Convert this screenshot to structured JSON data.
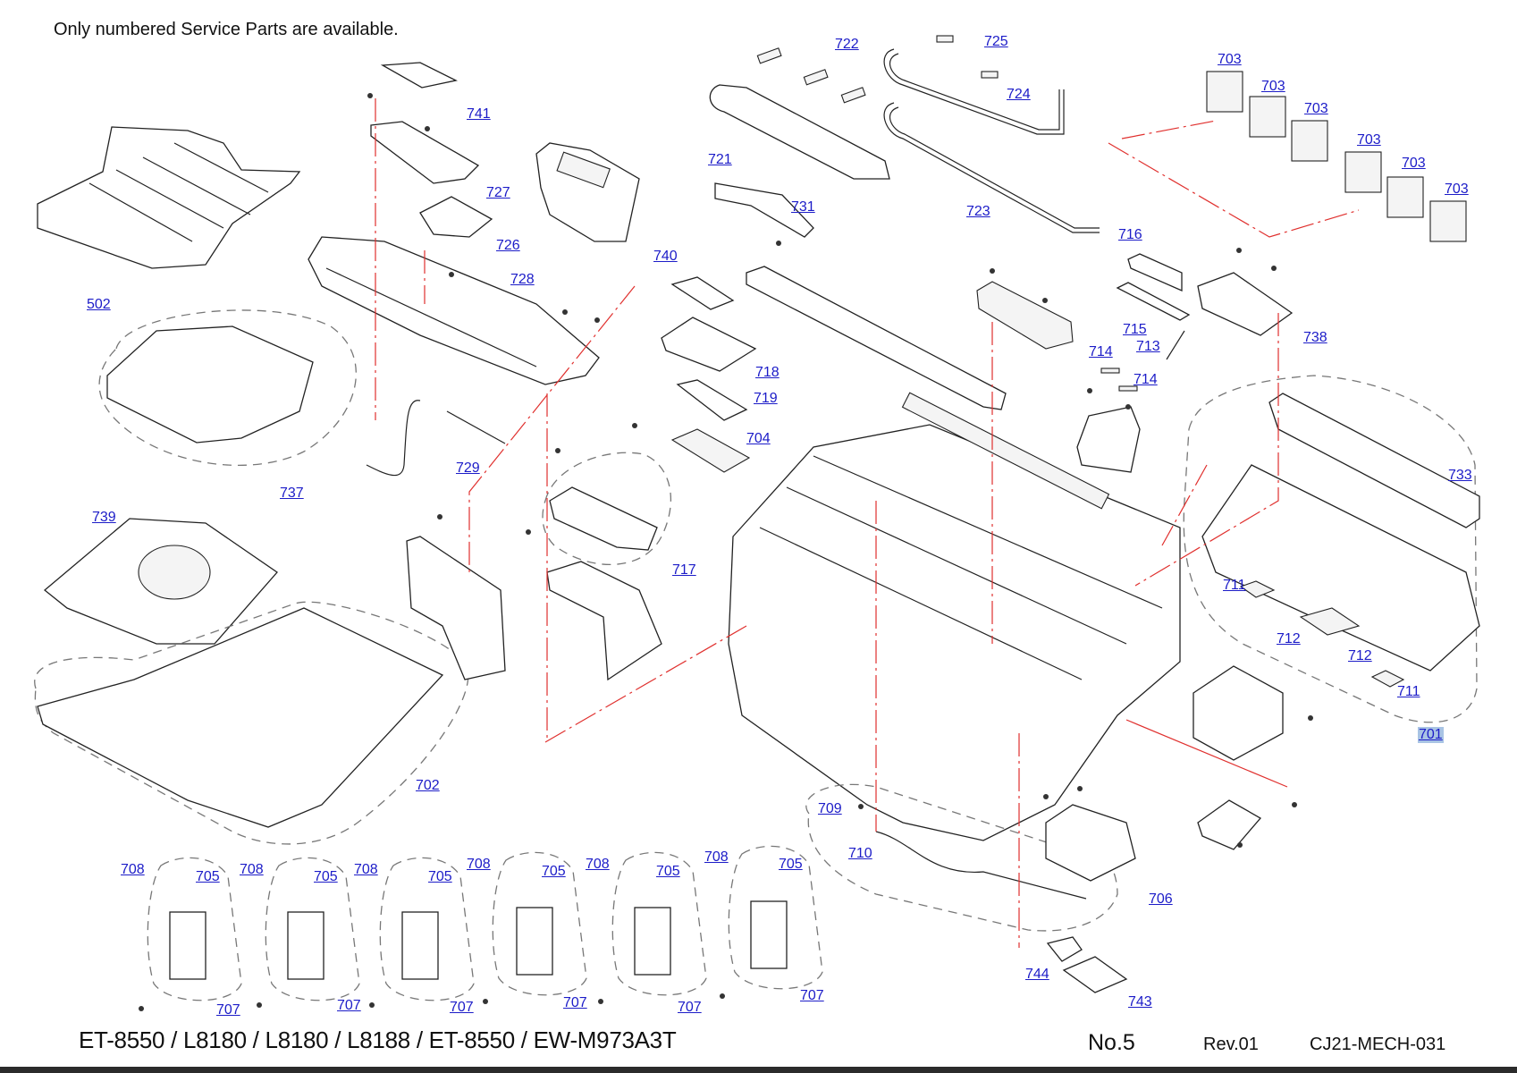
{
  "header": {
    "notice": "Only numbered Service Parts are available."
  },
  "footer": {
    "models": "ET-8550 / L8180 / L8180 / L8188 / ET-8550 / EW-M973A3T",
    "sheet_no": "No.5",
    "revision": "Rev.01",
    "document_code": "CJ21-MECH-031"
  },
  "colors": {
    "label_link": "#1c1cc8",
    "leader_red": "#e0302e",
    "highlight": "#a9c4e4"
  },
  "parts": {
    "p502": "502",
    "p701": "701",
    "p702": "702",
    "p703a": "703",
    "p703b": "703",
    "p703c": "703",
    "p703d": "703",
    "p703e": "703",
    "p703f": "703",
    "p704": "704",
    "p705a": "705",
    "p705b": "705",
    "p705c": "705",
    "p705d": "705",
    "p705e": "705",
    "p705f": "705",
    "p706": "706",
    "p707a": "707",
    "p707b": "707",
    "p707c": "707",
    "p707d": "707",
    "p707e": "707",
    "p707f": "707",
    "p708a": "708",
    "p708b": "708",
    "p708c": "708",
    "p708d": "708",
    "p708e": "708",
    "p708f": "708",
    "p709": "709",
    "p710": "710",
    "p711a": "711",
    "p711b": "711",
    "p712a": "712",
    "p712b": "712",
    "p713": "713",
    "p714a": "714",
    "p714b": "714",
    "p715": "715",
    "p716": "716",
    "p717": "717",
    "p718": "718",
    "p719": "719",
    "p721": "721",
    "p722": "722",
    "p723": "723",
    "p724": "724",
    "p725": "725",
    "p726": "726",
    "p727": "727",
    "p728": "728",
    "p729": "729",
    "p731": "731",
    "p733": "733",
    "p737": "737",
    "p738": "738",
    "p739": "739",
    "p740": "740",
    "p741": "741",
    "p743": "743",
    "p744": "744"
  },
  "selected_part": "701"
}
